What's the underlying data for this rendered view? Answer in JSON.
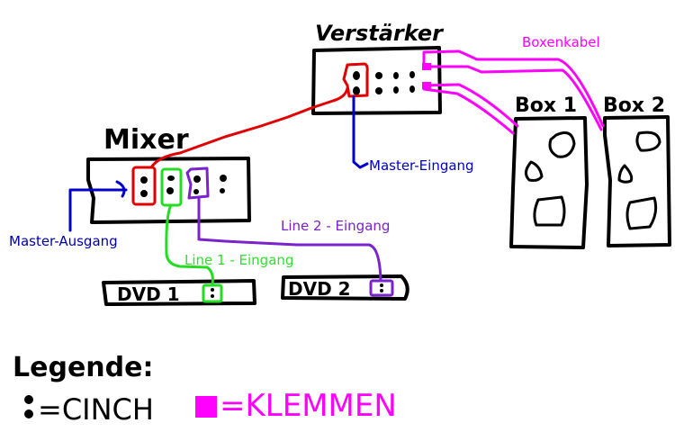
{
  "devices": {
    "amplifier": {
      "label": "Verstärker"
    },
    "mixer": {
      "label": "Mixer"
    },
    "dvd1": {
      "label": "DVD 1"
    },
    "dvd2": {
      "label": "DVD 2"
    },
    "box1": {
      "label": "Box 1"
    },
    "box2": {
      "label": "Box 2"
    }
  },
  "connections": {
    "speaker_cable": {
      "label": "Boxenkabel",
      "color": "#ff00ff"
    },
    "master_in": {
      "label": "Master-Eingang",
      "color": "#0000cc"
    },
    "master_out": {
      "label": "Master-Ausgang",
      "color": "#0000cc"
    },
    "line1_in": {
      "label": "Line 1 - Eingang",
      "color": "#22dd22"
    },
    "line2_in": {
      "label": "Line 2 - Eingang",
      "color": "#7a22cc"
    },
    "master_link": {
      "color": "#e00000"
    }
  },
  "legend": {
    "title": "Legende:",
    "cinch": "=CINCH",
    "terminals": "=KLEMMEN",
    "terminals_color": "#ff00ff"
  }
}
